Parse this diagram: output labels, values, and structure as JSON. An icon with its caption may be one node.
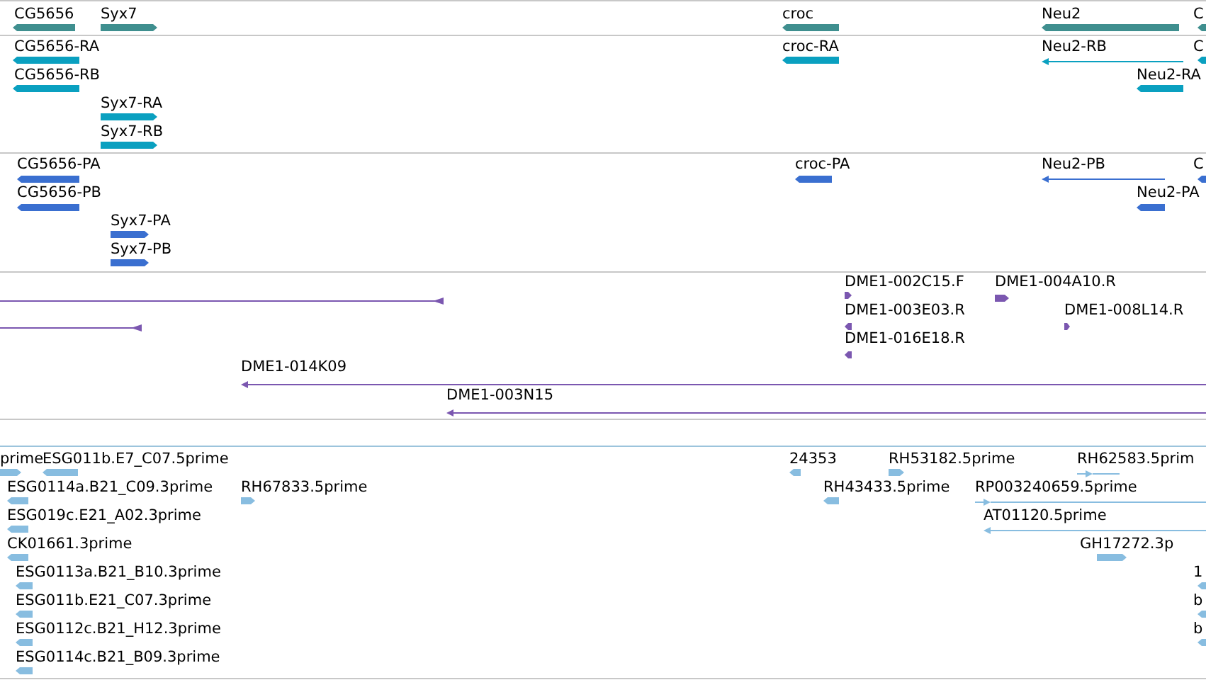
{
  "diagram": {
    "labels": [
      "CG5656",
      "Syx7",
      "croc",
      "Neu2",
      "C",
      "CG5656-RA",
      "croc-RA",
      "Neu2-RB",
      "C",
      "CG5656-RB",
      "Neu2-RA",
      "Syx7-RA",
      "Syx7-RB",
      "CG5656-PA",
      "croc-PA",
      "Neu2-PB",
      "C",
      "CG5656-PB",
      "Neu2-PA",
      "Syx7-PA",
      "Syx7-PB",
      "DME1-002C15.F",
      "DME1-004A10.R",
      "DME1-003E03.R",
      "DME1-008L14.R",
      "DME1-016E18.R",
      "DME1-014K09",
      "DME1-003N15",
      "prime",
      "ESG011b.E7_C07.5prime",
      "24353",
      "RH53182.5prime",
      "RH62583.5prim",
      "ESG0114a.B21_C09.3prime",
      "RH67833.5prime",
      "RH43433.5prime",
      "RP003240659.5prime",
      "ESG019c.E21_A02.3prime",
      "AT01120.5prime",
      "CK01661.3prime",
      "GH17272.3p",
      "ESG0113a.B21_B10.3prime",
      "1",
      "ESG011b.E21_C07.3prime",
      "b",
      "ESG0112c.B21_H12.3prime",
      "b",
      "ESG0114c.B21_B09.3prime"
    ]
  }
}
